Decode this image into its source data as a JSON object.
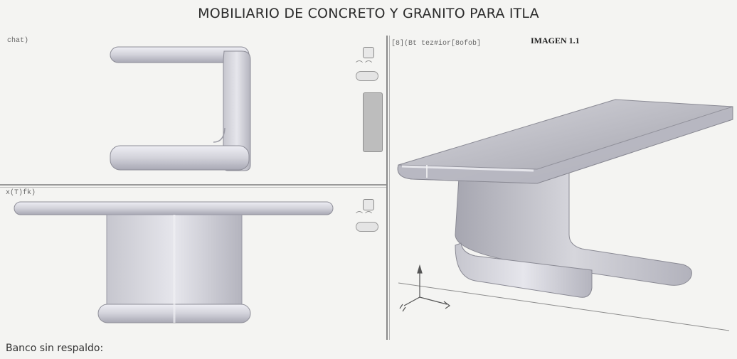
{
  "header": {
    "title": "MOBILIARIO DE CONCRETO Y GRANITO PARA ITLA",
    "image_label": "IMAGEN 1.1"
  },
  "viewports": {
    "top_left_label": "chat)",
    "bottom_left_label": "x(T)fk)",
    "right_label": "[8](Bt tez#ior[8ofob]"
  },
  "footer": {
    "caption": "Banco sin respaldo:"
  },
  "colors": {
    "background": "#f4f4f2",
    "furniture_fill": "#cfcfd6",
    "furniture_highlight": "#ececf2",
    "furniture_shadow": "#9c9ca8",
    "divider": "#8a8a8a"
  }
}
